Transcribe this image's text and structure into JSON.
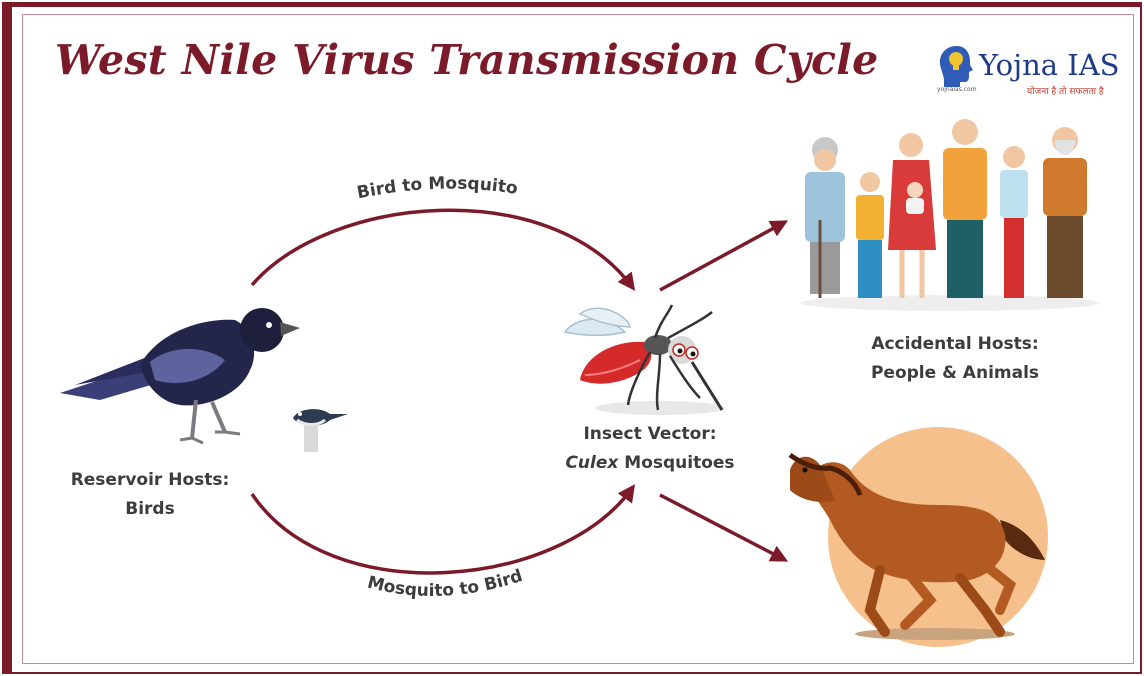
{
  "title": "West Nile Virus Transmission Cycle",
  "logo": {
    "name": "Yojna IAS",
    "tagline": "योजना है तो सफलता है",
    "url": "yojnaias.com"
  },
  "edges": {
    "bird_to_mosquito": "Bird to Mosquito",
    "mosquito_to_bird": "Mosquito to Bird"
  },
  "nodes": {
    "reservoir": {
      "line1": "Reservoir Hosts:",
      "line2": "Birds"
    },
    "vector": {
      "line1": "Insect Vector:",
      "line2_italic": "Culex",
      "line2_rest": " Mosquitoes"
    },
    "accidental": {
      "line1": "Accidental Hosts:",
      "line2": "People & Animals"
    }
  },
  "colors": {
    "accent": "#7b1a28",
    "arrow": "#7b1a28",
    "label_text": "#3d3d3d",
    "sun": "#f6c08c"
  }
}
